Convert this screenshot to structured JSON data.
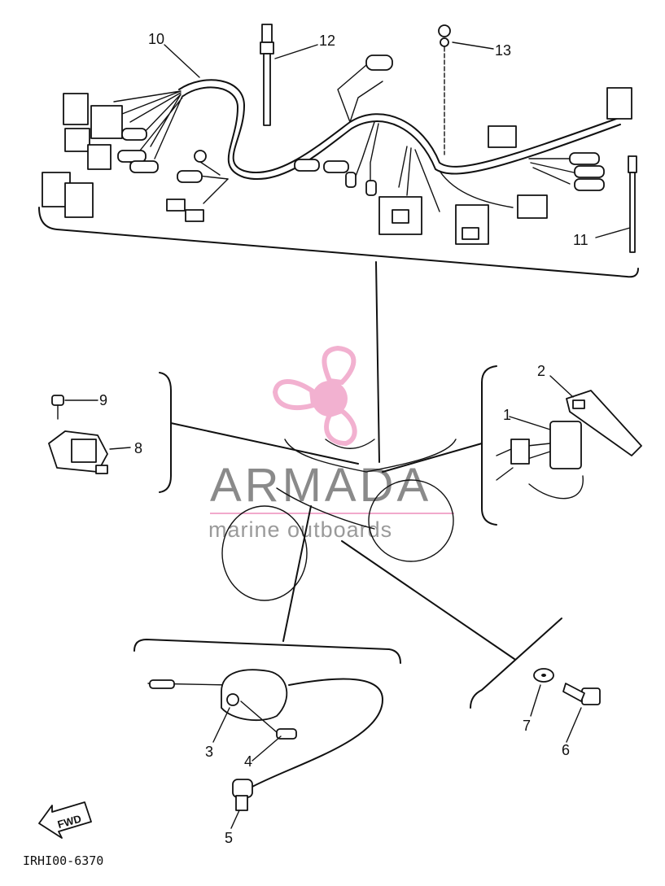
{
  "diagram": {
    "drawing_code": "IRHI00-6370",
    "fwd_label": "FWD",
    "watermark": {
      "brand": "ARMADA",
      "tagline": "marine outboards",
      "logo_color": "#f1a9cc",
      "text_color": "#8a8a8a"
    },
    "callouts": {
      "c1": "1",
      "c2": "2",
      "c3": "3",
      "c4": "4",
      "c5": "5",
      "c6": "6",
      "c7": "7",
      "c8": "8",
      "c9": "9",
      "c10": "10",
      "c11": "11",
      "c12": "12",
      "c13": "13"
    }
  }
}
